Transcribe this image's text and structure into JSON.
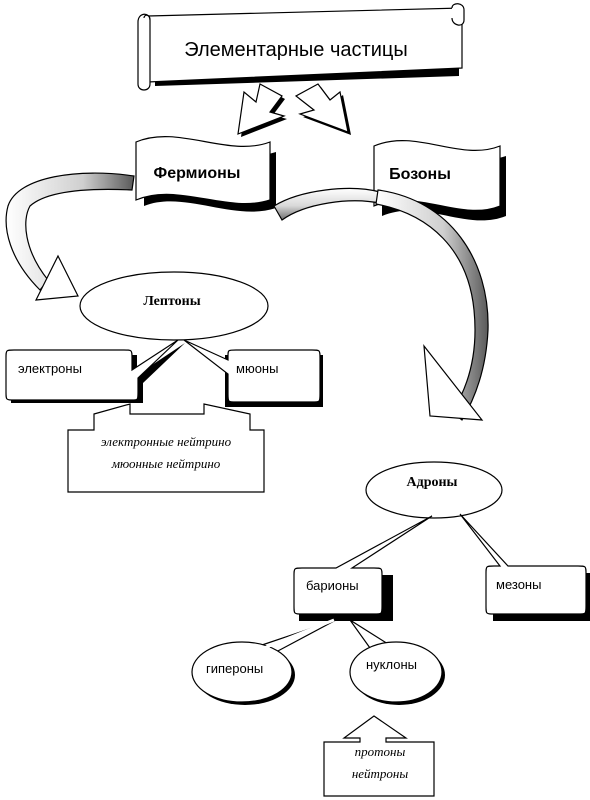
{
  "title": "Элементарные частицы",
  "fermions": "Фермионы",
  "bosons": "Бозоны",
  "leptons": "Лептоны",
  "electrons": "электроны",
  "muons": "мюоны",
  "neutrino_1": "электронные нейтрино",
  "neutrino_2": "мюонные нейтрино",
  "hadrons": "Адроны",
  "baryons": "барионы",
  "mesons": "мезоны",
  "hyperons": "гипероны",
  "nucleons": "нуклоны",
  "protons": "протоны",
  "neutrons": "нейтроны",
  "colors": {
    "stroke": "#000000",
    "fill": "#ffffff",
    "shadow": "#000000"
  }
}
